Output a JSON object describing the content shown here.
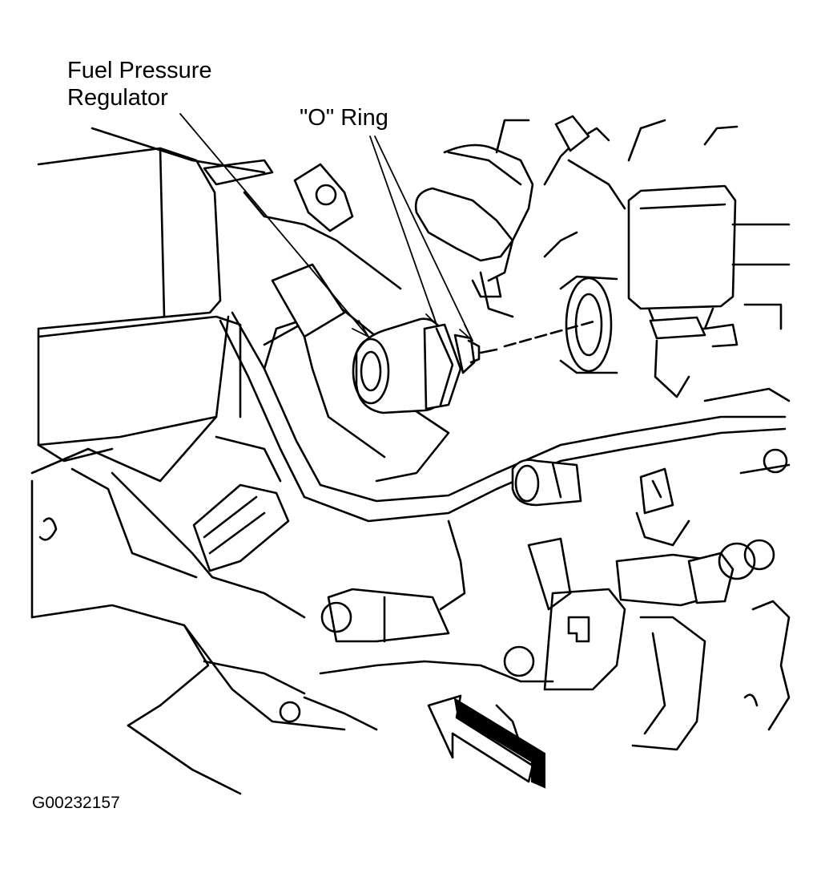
{
  "labels": {
    "fuel_pressure_regulator_line1": "Fuel Pressure",
    "fuel_pressure_regulator_line2": "Regulator",
    "o_ring": "\"O\" Ring",
    "figure_id": "G00232157"
  },
  "colors": {
    "ink": "#000000",
    "paper": "#ffffff"
  },
  "icons": {
    "direction_arrow": "forward-direction-arrow-icon"
  }
}
